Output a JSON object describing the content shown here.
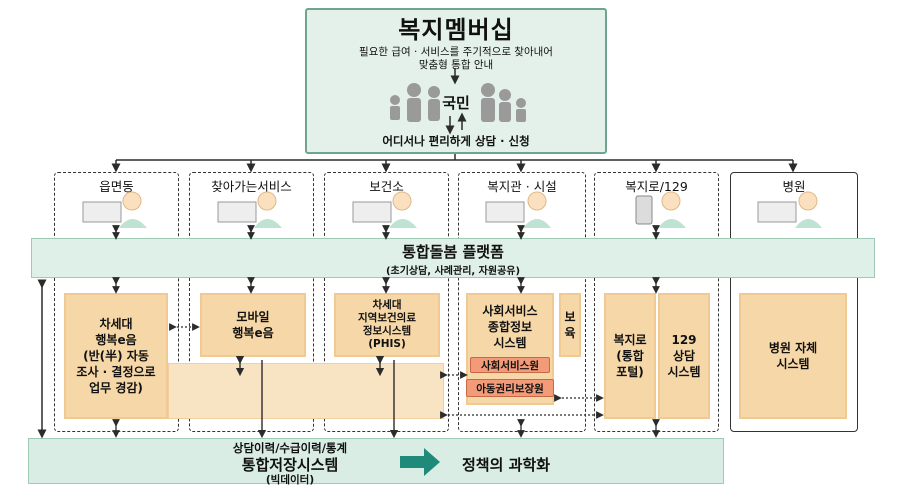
{
  "header": {
    "title": "복지멤버십",
    "subtitle_lines": [
      "필요한 급여 · 서비스를 주기적으로 찾아내어",
      "맞춤형 통합 안내"
    ],
    "center_label": "국민",
    "bottom_text": "어디서나 편리하게 상담 · 신청"
  },
  "channels": [
    {
      "label": "읍면동"
    },
    {
      "label": "찾아가는서비스"
    },
    {
      "label": "보건소"
    },
    {
      "label": "복지관 · 시설"
    },
    {
      "label": "복지로/129"
    },
    {
      "label": "병원"
    }
  ],
  "platform": {
    "title": "통합돌봄 플랫폼",
    "subtitle": "(초기상담, 사례관리, 자원공유)"
  },
  "systems": {
    "next_gen": [
      "차세대",
      "행복e음",
      "(반(半) 자동",
      "조사 · 결정으로",
      "업무 경감)"
    ],
    "mobile": [
      "모바일",
      "행복e음"
    ],
    "phis": [
      "차세대",
      "지역보건의료",
      "정보시스템",
      "(PHIS)"
    ],
    "social_service": [
      "사회서비스",
      "종합정보",
      "시스템"
    ],
    "welfare_side": [
      "보",
      "육"
    ],
    "social_service_agency": "사회서비스원",
    "child_rights_agency": "아동권리보장원",
    "bokjiro": [
      "복지로",
      "(통합",
      "포털)"
    ],
    "call129": [
      "129",
      "상담",
      "시스템"
    ],
    "hospital": [
      "병원 자체",
      "시스템"
    ]
  },
  "bottom": {
    "top_text": "상담이력/수급이력/통계",
    "main_text": "통합저장시스템",
    "sub_text": "(빅데이터)",
    "result_text": "정책의 과학화"
  },
  "colors": {
    "mint": "#dff0e8",
    "mint_border": "#6fa58c",
    "system_fill": "#f6d8a8",
    "agency_fill": "#f39a78",
    "agency_border": "#c96845",
    "arrow_dark": "#2b2b2b"
  }
}
